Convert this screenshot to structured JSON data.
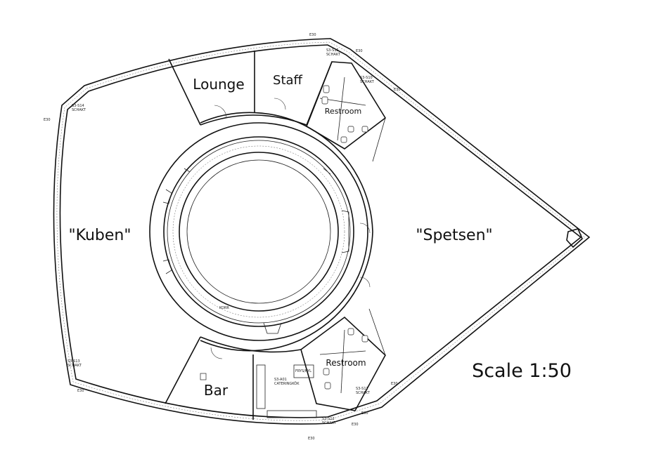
{
  "rooms": {
    "lounge": "Lounge",
    "staff": "Staff",
    "restroom_top": "Restroom",
    "kuben": "\"Kuben\"",
    "spetsen": "\"Spetsen\"",
    "restroom_bottom": "Restroom",
    "bar": "Bar"
  },
  "scale": "Scale 1:50",
  "tags": {
    "e30": "E30",
    "e30b": "E30",
    "e30c": "E30",
    "e30d": "E30",
    "e30e": "E30",
    "e30f": "E30",
    "e30g": "E30",
    "e30h": "E30",
    "e30i": "E30",
    "s3_s14": "S3-S14",
    "schakt_1": "SCHAKT",
    "s3_s13": "S3-S13",
    "schakt_2": "SCHAKT",
    "s3_s15": "S3-S15",
    "schakt_3": "SCHAKT",
    "s3_s10": "S3-S10",
    "schakt_4": "SCHAKT",
    "s3_s11": "S3-S11",
    "schakt_5": "SCHAKT",
    "s3_s12": "S3-S12",
    "schakt_6": "SCHAKT",
    "s3_a01": "S3-A01",
    "cateringkok": "CATERINGKÖK",
    "korr": "KORR",
    "frys": "FRYS/KYL"
  },
  "colors": {
    "line": "#111111",
    "background": "#ffffff"
  }
}
